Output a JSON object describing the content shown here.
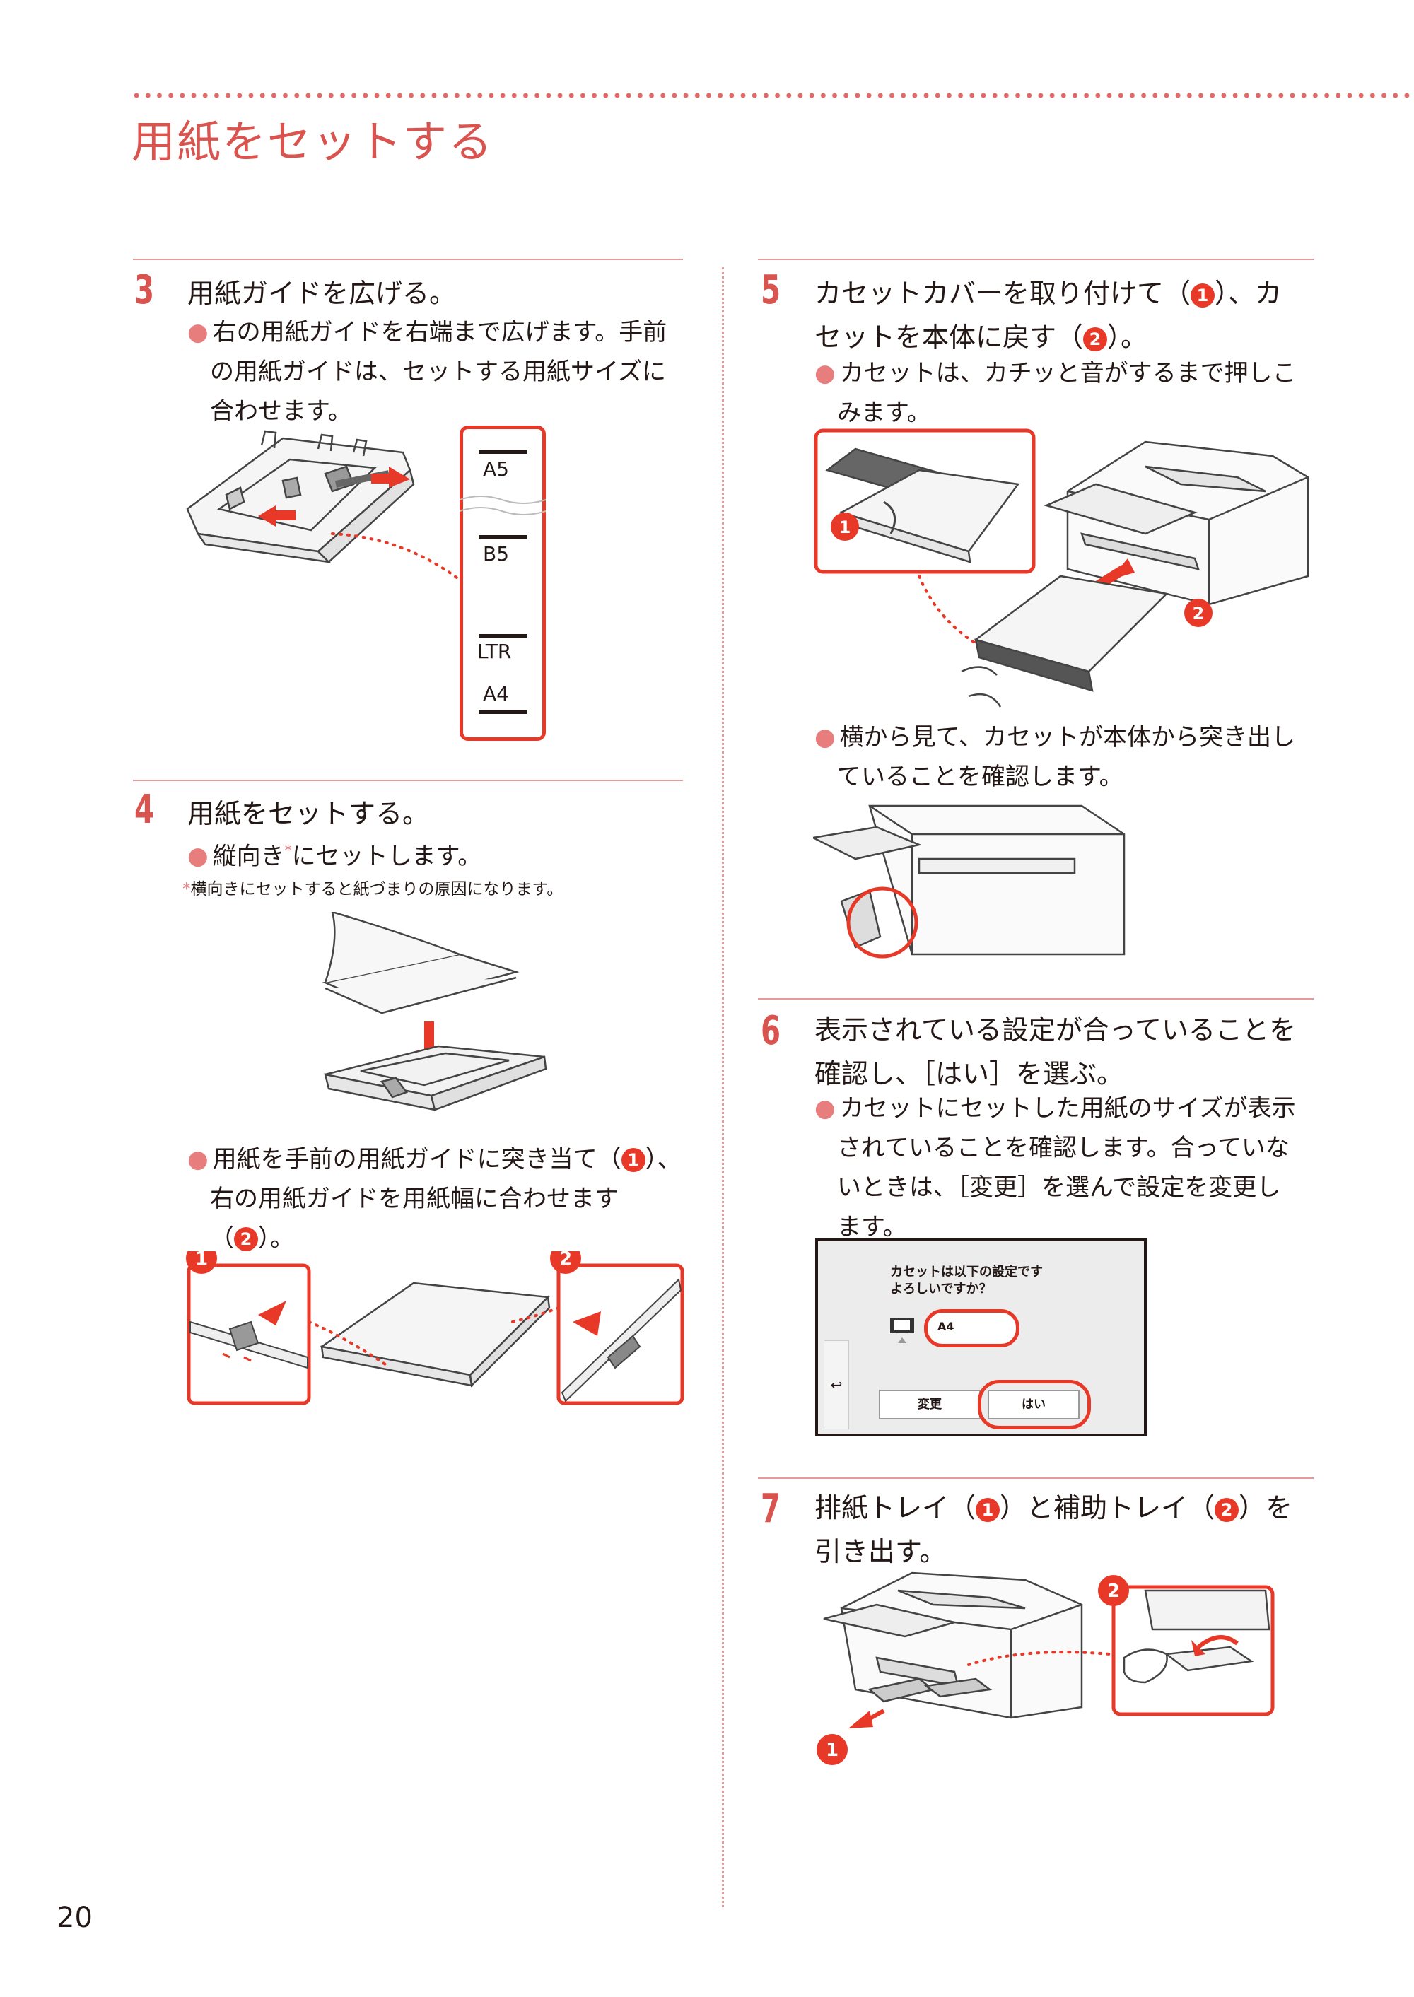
{
  "page_title": "用紙をセットする",
  "page_number": "20",
  "steps": {
    "s3": {
      "num": "3",
      "heading": "用紙ガイドを広げる。",
      "body": [
        "右の用紙ガイドを右端まで広げます。手前",
        "の用紙ガイドは、セットする用紙サイズに",
        "合わせます。"
      ],
      "sizes": [
        "A5",
        "B5",
        "LTR",
        "A4"
      ]
    },
    "s4": {
      "num": "4",
      "heading": "用紙をセットする。",
      "bullet1_a": "縦向き",
      "bullet1_ast": "*",
      "bullet1_b": "にセットします。",
      "note_ast": "*",
      "note": "横向きにセットすると紙づまりの原因になります。",
      "bullet2_l1a": "用紙を手前の用紙ガイドに突き当て（",
      "bullet2_l1b": "）、",
      "bullet2_l2": "右の用紙ガイドを用紙幅に合わせます",
      "bullet2_l3a": "（",
      "bullet2_l3b": "）。"
    },
    "s5": {
      "num": "5",
      "heading_l1a": "カセットカバーを取り付けて（",
      "heading_l1b": "）、カ",
      "heading_l2a": "セットを本体に戻す（",
      "heading_l2b": "）。",
      "body1": [
        "カセットは、カチッと音がするまで押しこ",
        "みます。"
      ],
      "body2": [
        "横から見て、カセットが本体から突き出し",
        "ていることを確認します。"
      ]
    },
    "s6": {
      "num": "6",
      "heading": [
        "表示されている設定が合っていることを",
        "確認し、［はい］を選ぶ。"
      ],
      "body": [
        "カセットにセットした用紙のサイズが表示",
        "されていることを確認します。合っていな",
        "いときは、［変更］を選んで設定を変更し",
        "ます。"
      ],
      "screen": {
        "message_l1": "カセットは以下の設定です",
        "message_l2": "よろしいですか？",
        "paper": "A4",
        "change_btn": "変更",
        "yes_btn": "はい",
        "back_icon": "↩"
      }
    },
    "s7": {
      "num": "7",
      "heading_l1a": "排紙トレイ（",
      "heading_l1b": "）と補助トレイ（",
      "heading_l1c": "）を",
      "heading_l2": "引き出す。"
    }
  },
  "markers": {
    "one": "1",
    "two": "2"
  },
  "colors": {
    "accent": "#d9534f",
    "red": "#e83828",
    "bullet": "#e87d7d"
  }
}
